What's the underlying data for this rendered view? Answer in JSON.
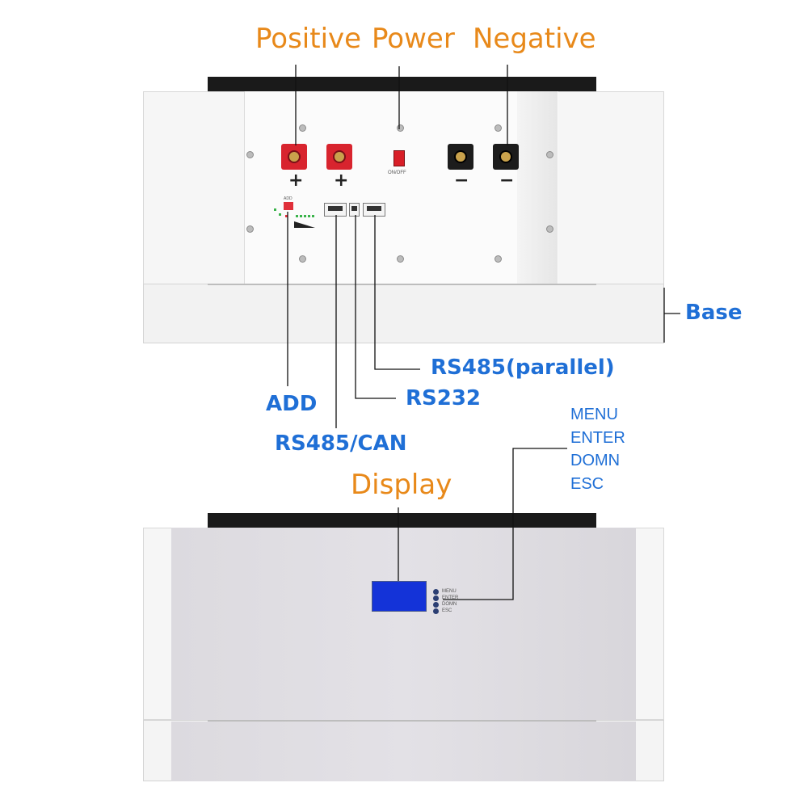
{
  "labels": {
    "positive": "Positive",
    "power": "Power",
    "negative": "Negative",
    "base": "Base",
    "rs485_parallel": "RS485(parallel)",
    "rs232": "RS232",
    "add": "ADD",
    "rs485_can": "RS485/CAN",
    "display": "Display"
  },
  "buttons": [
    "MENU",
    "ENTER",
    "DOMN",
    "ESC"
  ],
  "panel": {
    "switch_text": "ON/OFF",
    "add_text": "ADD",
    "plus": "+",
    "minus": "−"
  },
  "colors": {
    "orange": "#e8891a",
    "blue": "#1f6fd6",
    "screen": "#1433d8"
  }
}
